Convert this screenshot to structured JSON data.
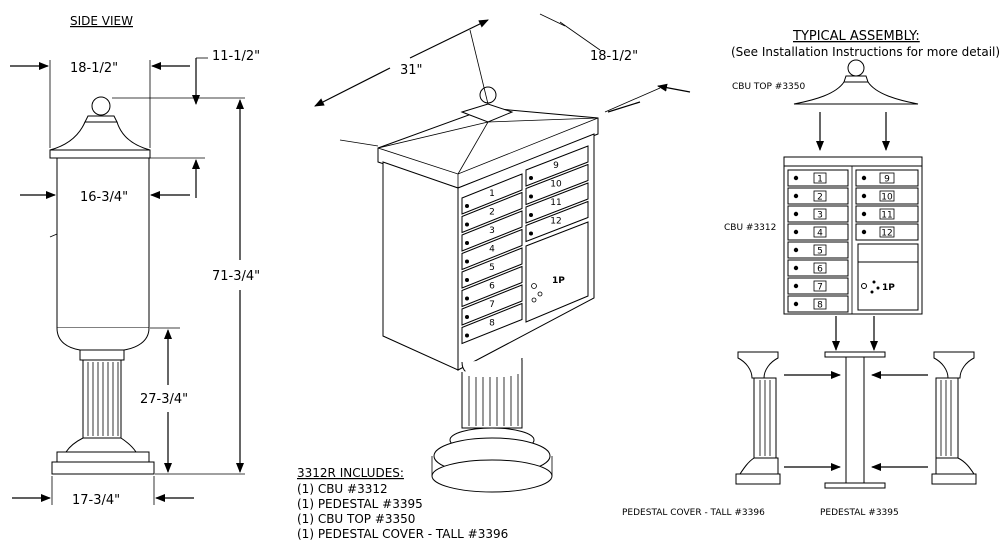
{
  "side_view": {
    "title": "SIDE VIEW",
    "dims": {
      "top_width": "18-1/2\"",
      "cap_height": "11-1/2\"",
      "body_width": "16-3/4\"",
      "total_height": "71-3/4\"",
      "pedestal_height": "27-3/4\"",
      "base_width": "17-3/4\""
    }
  },
  "iso_view": {
    "dims": {
      "width": "31\"",
      "depth": "18-1/2\""
    },
    "door_numbers_left": [
      "1",
      "2",
      "3",
      "4",
      "5",
      "6",
      "7",
      "8"
    ],
    "door_numbers_right": [
      "9",
      "10",
      "11",
      "12"
    ],
    "parcel_label": "1P"
  },
  "includes": {
    "title": "3312R INCLUDES:",
    "items": [
      "(1) CBU #3312",
      "(1) PEDESTAL #3395",
      "(1) CBU TOP #3350",
      "(1) PEDESTAL COVER - TALL #3396"
    ]
  },
  "assembly": {
    "title": "TYPICAL ASSEMBLY:",
    "subtitle": "(See Installation Instructions for more detail)",
    "cbu_top_label": "CBU TOP #3350",
    "cbu_label": "CBU #3312",
    "pedestal_cover_label": "PEDESTAL COVER - TALL #3396",
    "pedestal_label": "PEDESTAL #3395",
    "doors_left": [
      "1",
      "2",
      "3",
      "4",
      "5",
      "6",
      "7",
      "8"
    ],
    "doors_right": [
      "9",
      "10",
      "11",
      "12"
    ],
    "parcel_label": "1P"
  }
}
